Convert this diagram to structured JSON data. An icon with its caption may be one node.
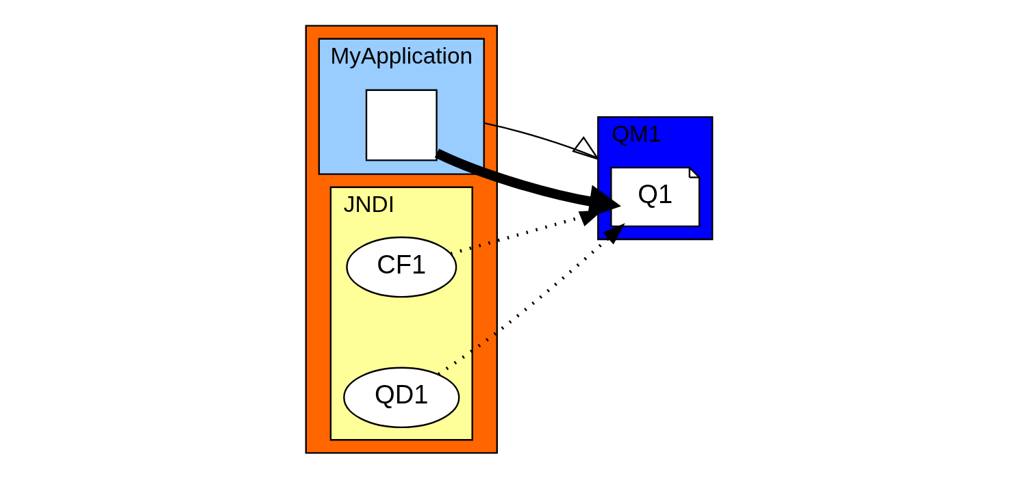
{
  "diagram": {
    "nodes": [
      {
        "text": [],
        "shape": "box"
      },
      {
        "text": [
          "MyApplication"
        ],
        "in": 0
      },
      {
        "text": [],
        "shape": "box",
        "in": 1
      },
      {
        "text": [
          "JNDI"
        ],
        "in": 0
      },
      {
        "text": [
          "CF1"
        ],
        "in": 3
      },
      {
        "text": [
          "QD1"
        ],
        "in": 3
      },
      {
        "text": [
          "QM1"
        ]
      },
      {
        "text": [
          "Q1"
        ],
        "in": 6
      }
    ],
    "edges": [
      {
        "from": 2,
        "to": 7,
        "arrow": "to",
        "style": "thick"
      },
      {
        "from": 1,
        "to": 6,
        "arrow": "to"
      },
      {
        "from": 4,
        "to": 6,
        "arrow": "to",
        "style": "dashed"
      },
      {
        "from": 5,
        "to": 7,
        "arrow": "to",
        "style": "dashed"
      }
    ]
  }
}
